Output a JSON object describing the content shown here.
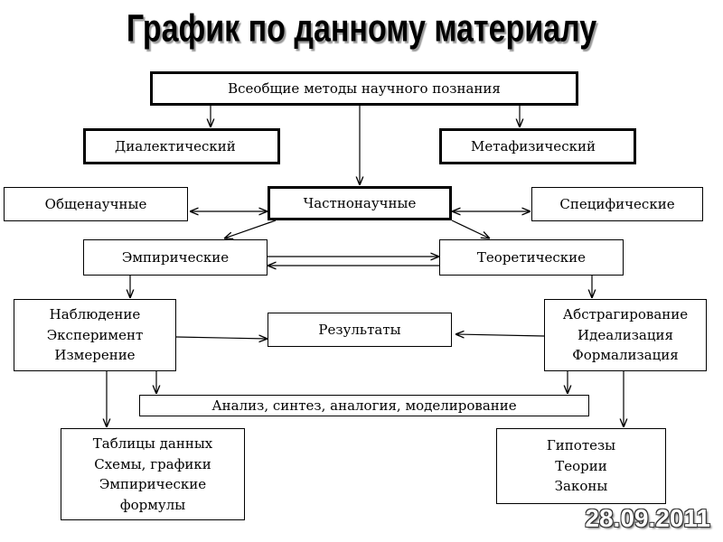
{
  "title": "График по данному материалу",
  "date": "28.09.2011",
  "nodes": {
    "universal": "Всеобщие методы научного познания",
    "dialectical": "Диалектический",
    "metaphysical": "Метафизический",
    "general_scientific": "Общенаучные",
    "particular_scientific": "Частнонаучные",
    "specific": "Специфические",
    "empirical": "Эмпирические",
    "theoretical": "Теоретические",
    "empirical_methods": [
      "Наблюдение",
      "Эксперимент",
      "Измерение"
    ],
    "results": "Результаты",
    "theoretical_methods": [
      "Абстрагирование",
      "Идеализация",
      "Формализация"
    ],
    "analysis": "Анализ, синтез, аналогия, моделирование",
    "empirical_outputs": [
      "Таблицы данных",
      "Схемы, графики",
      "Эмпирические",
      "формулы"
    ],
    "theoretical_outputs": [
      "Гипотезы",
      "Теории",
      "Законы"
    ]
  }
}
